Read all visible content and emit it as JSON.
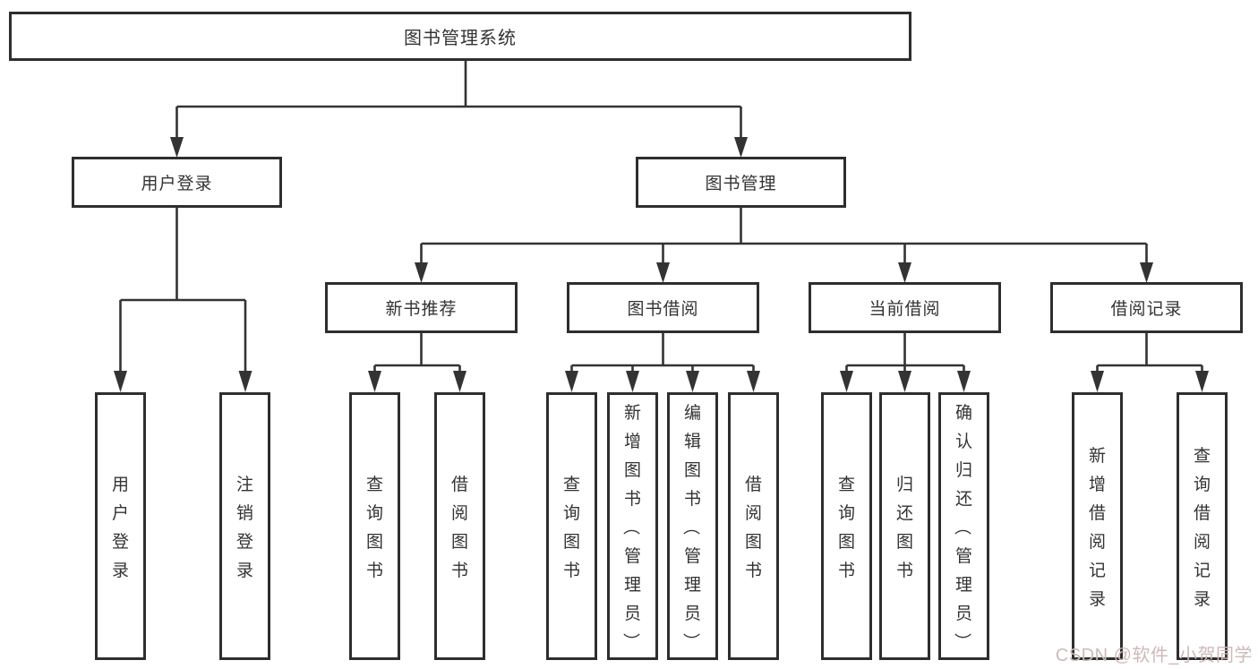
{
  "diagram": {
    "root": {
      "label": "图书管理系统"
    },
    "level2": [
      {
        "label": "用户登录"
      },
      {
        "label": "图书管理"
      }
    ],
    "level3": [
      {
        "label": "新书推荐"
      },
      {
        "label": "图书借阅"
      },
      {
        "label": "当前借阅"
      },
      {
        "label": "借阅记录"
      }
    ],
    "leaves": [
      {
        "label": "用户登录"
      },
      {
        "label": "注销登录"
      },
      {
        "label": "查询图书"
      },
      {
        "label": "借阅图书"
      },
      {
        "label": "查询图书"
      },
      {
        "label": "新增图书（管理员）"
      },
      {
        "label": "编辑图书（管理员）"
      },
      {
        "label": "借阅图书"
      },
      {
        "label": "查询图书"
      },
      {
        "label": "归还图书"
      },
      {
        "label": "确认归还（管理员）"
      },
      {
        "label": "新增借阅记录"
      },
      {
        "label": "查询借阅记录"
      }
    ],
    "watermark": "CSDN @软件_小贺同学",
    "colors": {
      "line": "#333333",
      "border": "#2e2e2e",
      "text": "#333333",
      "watermark": "#cdb9bb",
      "background": "#ffffff"
    }
  }
}
